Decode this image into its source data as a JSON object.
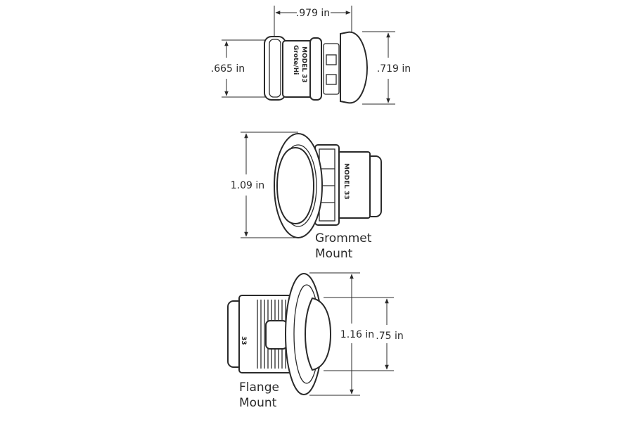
{
  "top_view": {
    "width_dim": ".979 in",
    "left_dim": ".665 in",
    "right_dim": ".719 in",
    "body_text_brand": "Grote/Hi",
    "body_text_model": "MODEL 33"
  },
  "grommet_view": {
    "height_dim": "1.09 in",
    "caption_line1": "Grommet",
    "caption_line2": "Mount",
    "body_text": "MODEL 33"
  },
  "flange_view": {
    "flange_dim": "1.16 in",
    "lens_dim": ".75 in",
    "caption_line1": "Flange",
    "caption_line2": "Mount",
    "body_text": "33"
  },
  "colors": {
    "line": "#2a2a2a",
    "background": "#ffffff"
  }
}
